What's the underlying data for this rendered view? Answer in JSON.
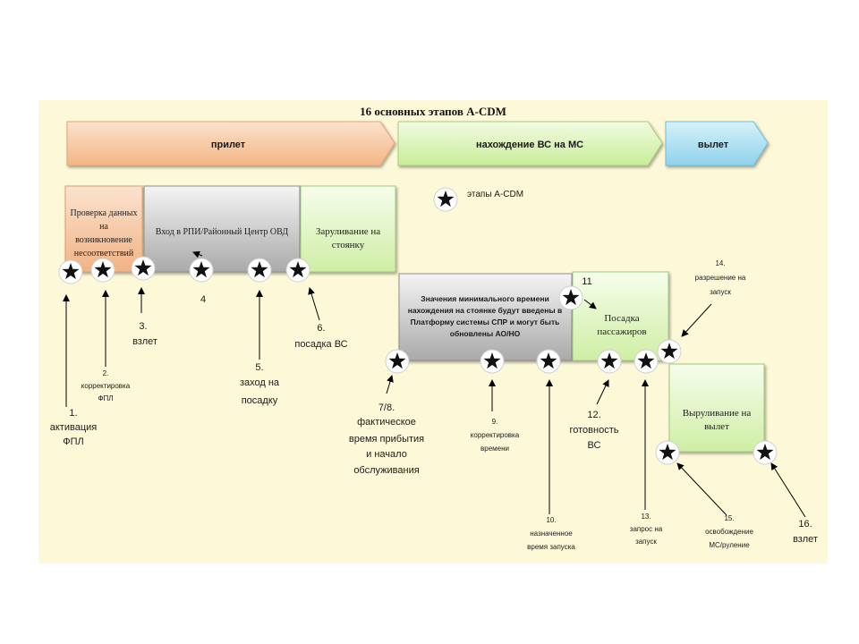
{
  "title": "16 основных этапов A-CDM",
  "phases": [
    "прилет",
    "нахождение ВС на МС",
    "вылет"
  ],
  "legend": "этапы A-CDM",
  "boxes": {
    "check": [
      "Проверка данных",
      "на",
      "возникновение",
      "несоответствий"
    ],
    "entry": "Вход в РПИ/Районный Центр ОВД",
    "taxi_in": [
      "Заруливание на",
      "стоянку"
    ],
    "min_time": [
      "Значения минимального времени",
      "нахождения на стоянке будут введены в",
      "Платформу системы СПР и могут быть",
      "обновлены АО/НО"
    ],
    "boarding": [
      "Посадка",
      "пассажиров"
    ],
    "taxi_out": [
      "Выруливание на",
      "вылет"
    ]
  },
  "milestones": {
    "m1": [
      "1.",
      "активация",
      "ФПЛ"
    ],
    "m2": [
      "2.",
      "корректировка",
      "ФПЛ"
    ],
    "m3": [
      "3.",
      "взлет"
    ],
    "m4": [
      "4"
    ],
    "m5": [
      "5.",
      "заход на",
      "посадку"
    ],
    "m6": [
      "6.",
      "посадка ВС"
    ],
    "m78": [
      "7/8.",
      "фактическое",
      "время прибытия",
      "и начало",
      "обслуживания"
    ],
    "m9": [
      "9.",
      "корректировка",
      "времени"
    ],
    "m10": [
      "10.",
      "назначенное",
      "время запуска"
    ],
    "m11": [
      "11"
    ],
    "m12": [
      "12.",
      "готовность",
      "ВС"
    ],
    "m13": [
      "13.",
      "запрос на",
      "запуск"
    ],
    "m14": [
      "14.",
      "разрешение на",
      "запуск"
    ],
    "m15": [
      "15.",
      "освобождение",
      "МС/руление"
    ],
    "m16": [
      "16.",
      "взлет"
    ]
  },
  "colors": {
    "background": "#FDF9D8",
    "arrival": "#F7C8A0",
    "stand": "#D8F2B0",
    "departure": "#A8DCEF",
    "grey": "#C8C8C8"
  }
}
